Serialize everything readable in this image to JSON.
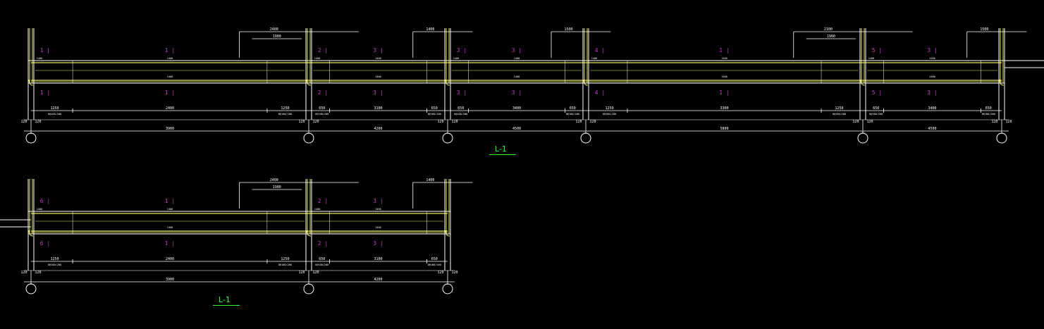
{
  "colors": {
    "background": "#000000",
    "rebar": "#e6e65a",
    "outline": "#ffffff",
    "section_mark": "#c040c0",
    "caption": "#2cff2c"
  },
  "captions": [
    {
      "label": "L-1"
    },
    {
      "label": "L-1"
    }
  ],
  "beams": [
    {
      "axis_circles": 6,
      "spans": [
        {
          "span": "3900",
          "bottom_left": "1250",
          "bottom_mid": "2400",
          "bottom_right": "1250",
          "left_mark": "1",
          "mid_mark": "1",
          "top_label": "1900",
          "top_dim": "2400"
        },
        {
          "span": "4200",
          "bottom_left": "650",
          "bottom_mid": "3100",
          "bottom_right": "650",
          "left_mark": "2",
          "mid_mark": "3",
          "top_label": "",
          "top_dim": "1400"
        },
        {
          "span": "4500",
          "bottom_left": "650",
          "bottom_mid": "3400",
          "bottom_right": "650",
          "left_mark": "3",
          "mid_mark": "3",
          "top_label": "",
          "top_dim": "1500"
        },
        {
          "span": "5800",
          "bottom_left": "1250",
          "bottom_mid": "3300",
          "bottom_right": "1250",
          "left_mark": "4",
          "mid_mark": "1",
          "top_label": "1900",
          "top_dim": "2100"
        },
        {
          "span": "4500",
          "bottom_left": "650",
          "bottom_mid": "3400",
          "bottom_right": "650",
          "left_mark": "5",
          "mid_mark": "3",
          "top_label": "",
          "top_dim": "1500"
        }
      ]
    },
    {
      "axis_circles": 3,
      "spans": [
        {
          "span": "3900",
          "bottom_left": "1250",
          "bottom_mid": "2400",
          "bottom_right": "1250",
          "left_mark": "6",
          "mid_mark": "1",
          "top_label": "1900",
          "top_dim": "2400"
        },
        {
          "span": "4200",
          "bottom_left": "650",
          "bottom_mid": "3100",
          "bottom_right": "650",
          "left_mark": "2",
          "mid_mark": "3",
          "top_label": "",
          "top_dim": "1400"
        }
      ]
    }
  ],
  "texts": {
    "col_width": "120",
    "support_bar": "1400",
    "mid_bar": "1400",
    "stirrup": "8@100/200"
  }
}
